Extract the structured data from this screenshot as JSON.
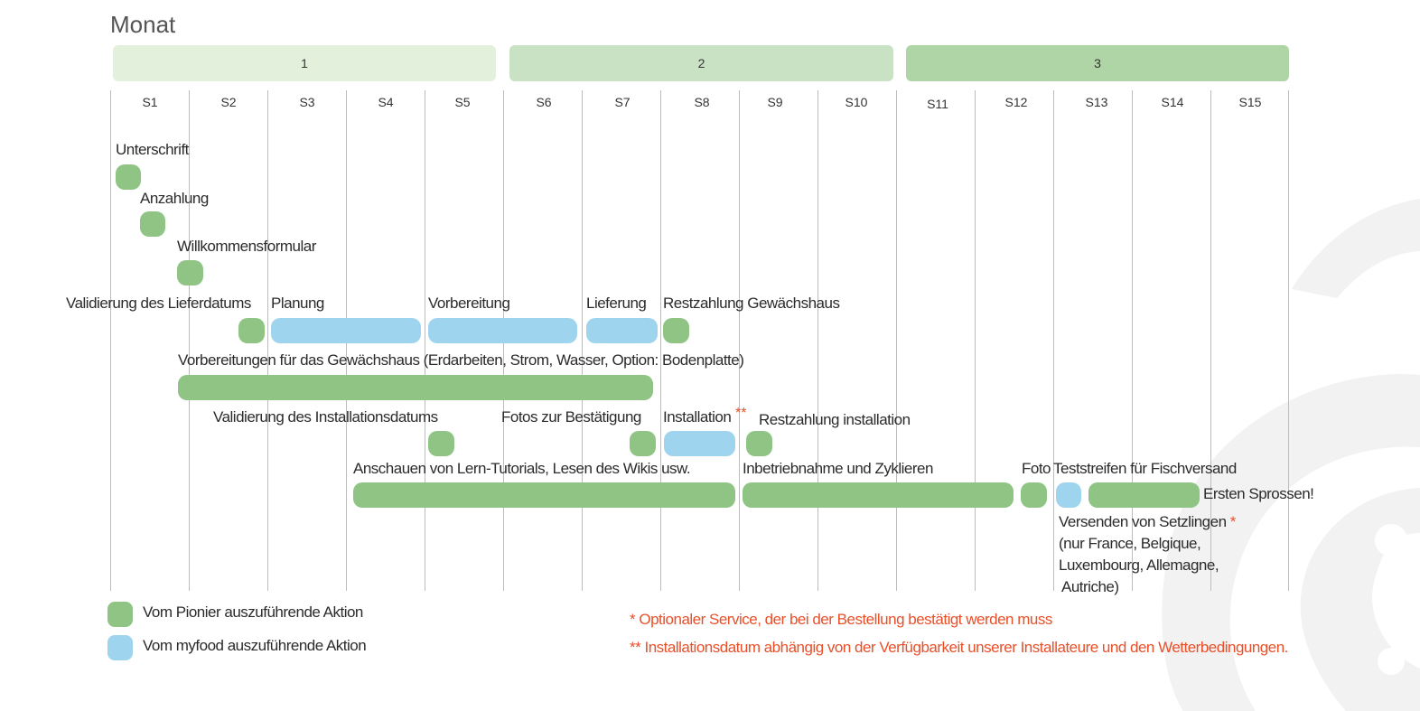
{
  "header": {
    "title": "Monat"
  },
  "months": [
    {
      "label": "1",
      "color": "#e3f0dc"
    },
    {
      "label": "2",
      "color": "#cae2c4"
    },
    {
      "label": "3",
      "color": "#afd4a5"
    }
  ],
  "weeks": [
    "S1",
    "S2",
    "S3",
    "S4",
    "S5",
    "S6",
    "S7",
    "S8",
    "S9",
    "S10",
    "S11",
    "S12",
    "S13",
    "S14",
    "S15"
  ],
  "tasks": {
    "unterschrift": "Unterschrift",
    "anzahlung": "Anzahlung",
    "willkommensformular": "Willkommensformular",
    "validierung_liefer": "Validierung des Lieferdatums",
    "planung": "Planung",
    "vorbereitung": "Vorbereitung",
    "lieferung": "Lieferung",
    "restzahlung_gewaechshaus": "Restzahlung Gewächshaus",
    "vorbereitungen": "Vorbereitungen für das Gewächshaus (Erdarbeiten, Strom, Wasser, Option: Bodenplatte)",
    "validierung_install": "Validierung des Installationsdatums",
    "fotos": "Fotos zur Bestätigung",
    "installation": "Installation",
    "installation_mark": "**",
    "restzahlung_install": "Restzahlung installation",
    "anschauen": "Anschauen von Lern-Tutorials, Lesen des Wikis usw.",
    "inbetriebnahme": "Inbetriebnahme und Zyklieren",
    "foto": "Foto",
    "teststreifen": "Teststreifen für Fischversand",
    "ersten_sprossen": "Ersten Sprossen!",
    "versenden": "Versenden von Setzlingen",
    "versenden_mark": "*",
    "versenden_l2": "(nur France, Belgique,",
    "versenden_l3": "Luxembourg, Allemagne,",
    "versenden_l4": "Autriche)"
  },
  "legend": {
    "pionier": "Vom Pionier auszuführende Aktion",
    "myfood": "Vom myfood auszuführende Aktion"
  },
  "notes": {
    "note1_mark": "*",
    "note1": "Optionaler Service, der bei der Bestellung bestätigt werden muss",
    "note2_mark": "**",
    "note2": "Installationsdatum abhängig von der Verfügbarkeit unserer Installateure und den Wetterbedingungen."
  },
  "colors": {
    "pionier_green": "#8fc485",
    "myfood_blue": "#9fd4ee",
    "note_red": "#e8502a"
  }
}
